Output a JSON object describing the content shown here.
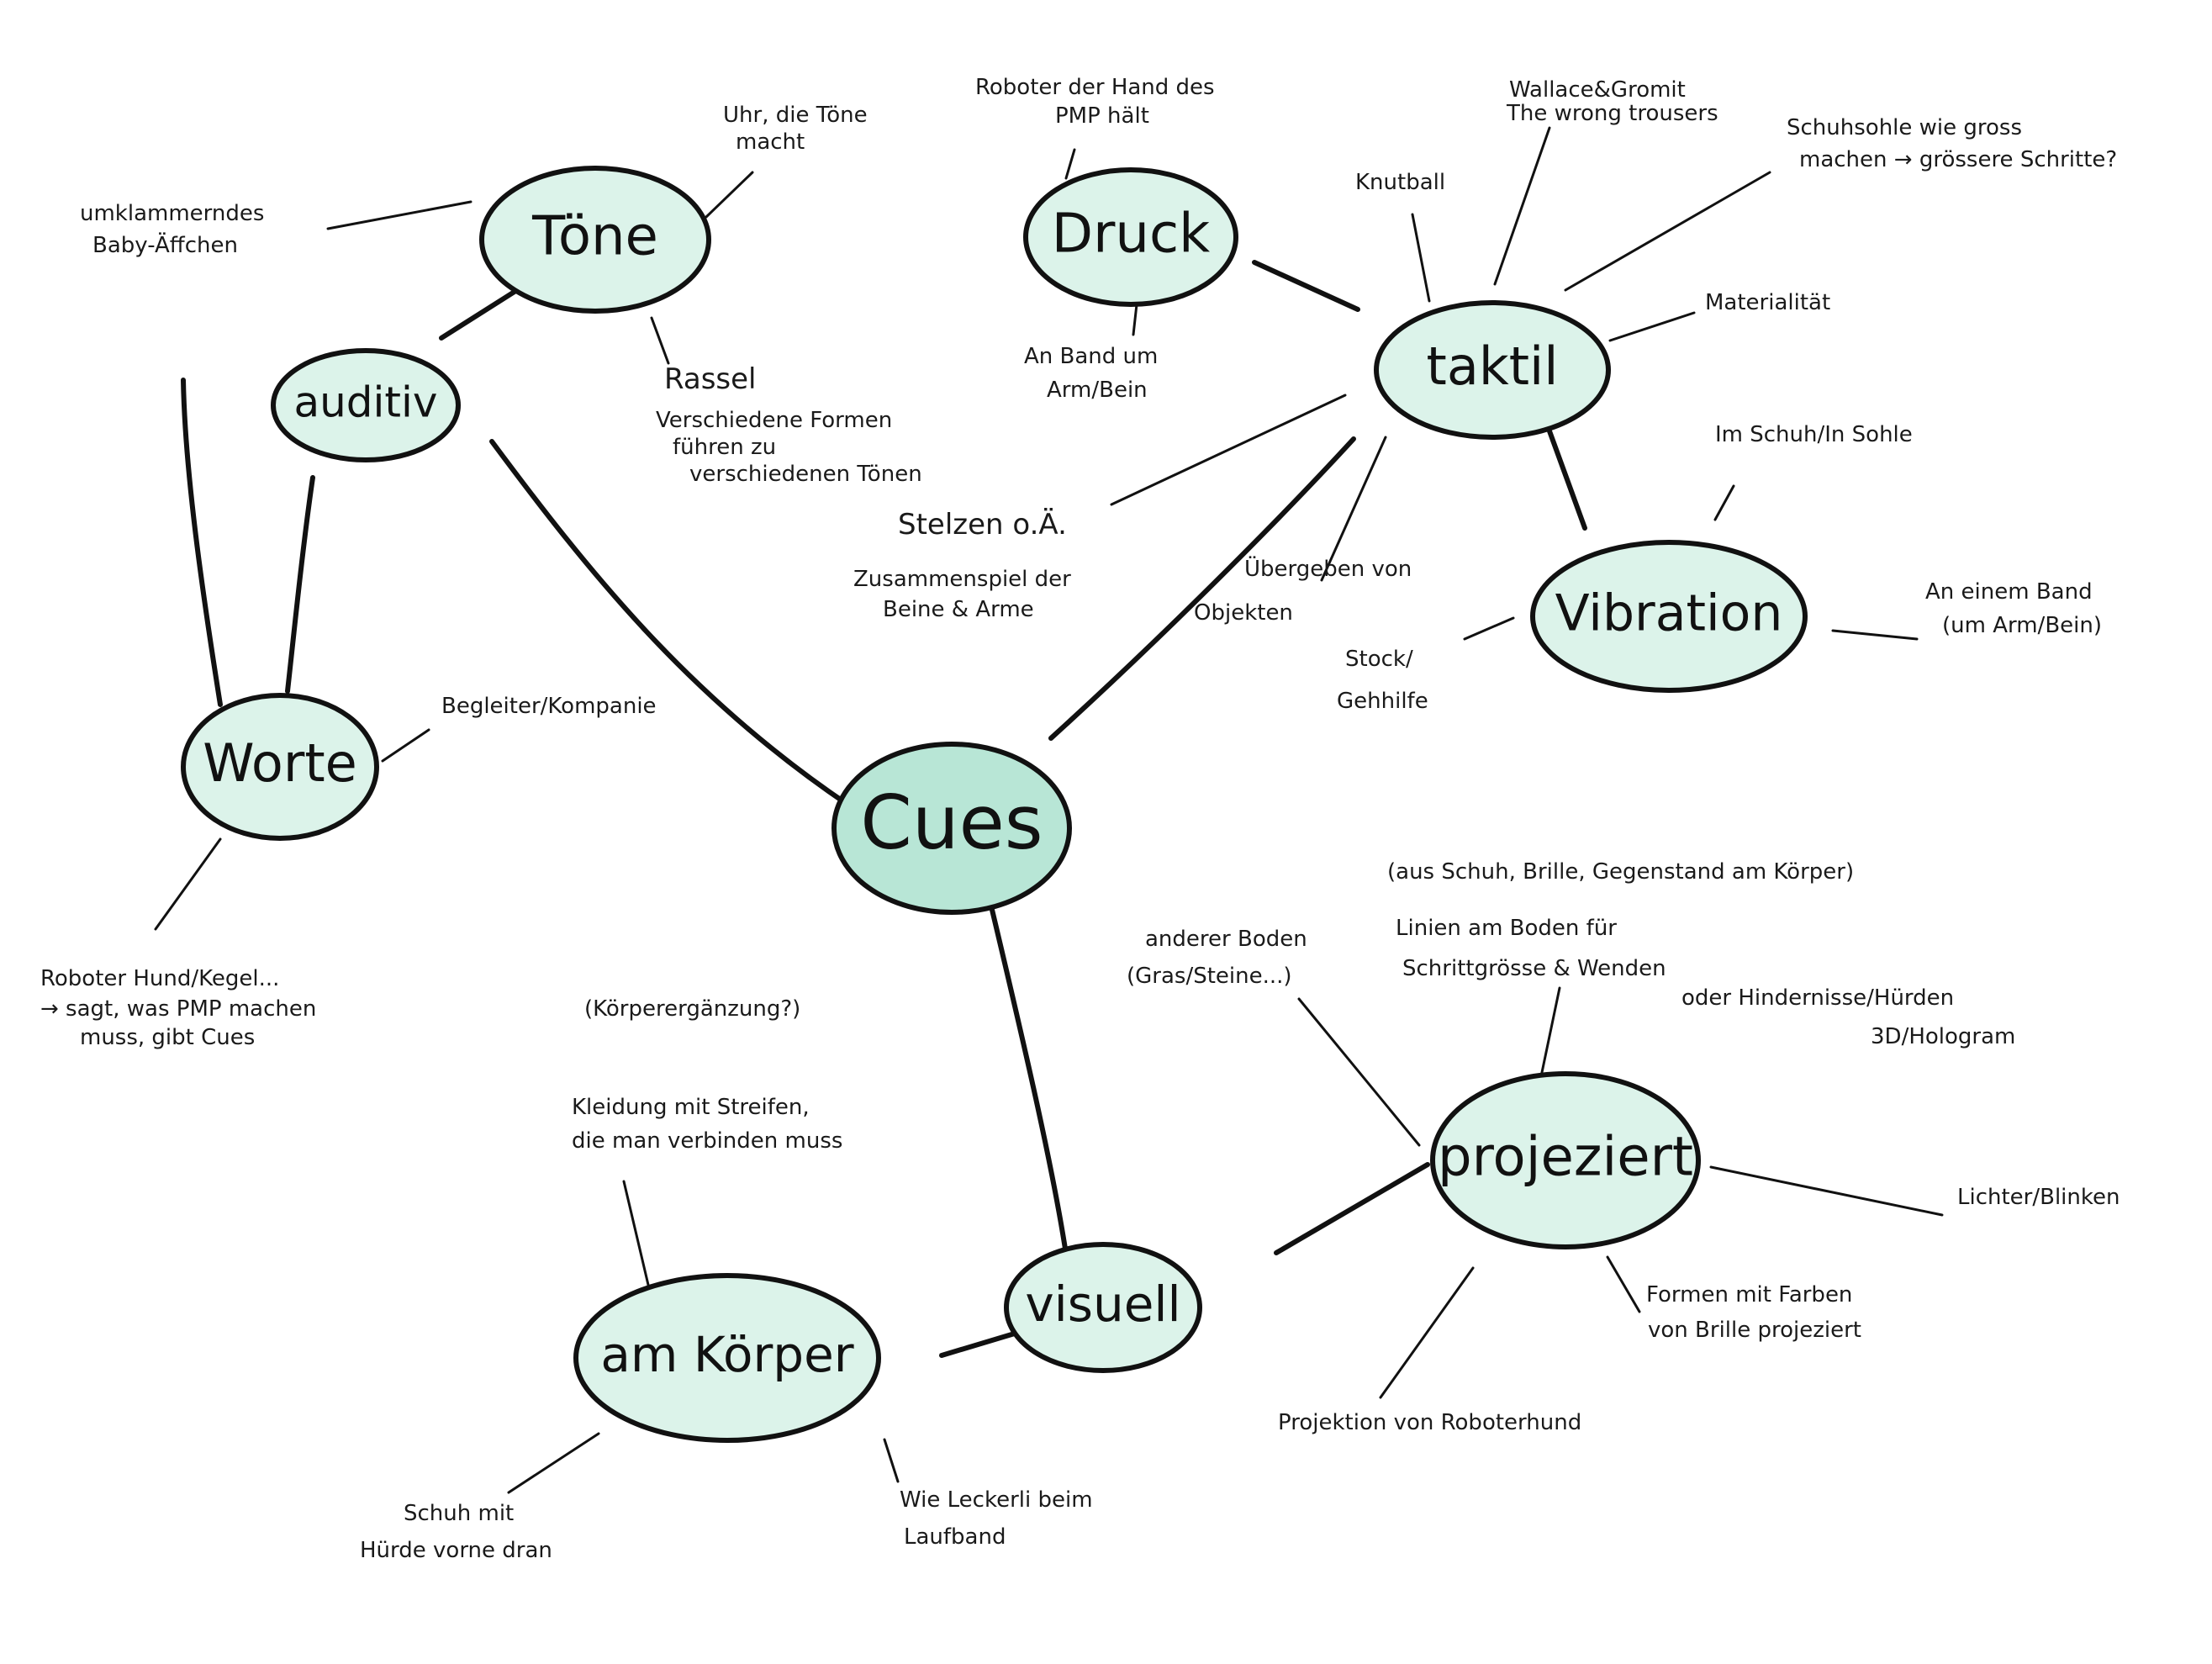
{
  "diagram": {
    "palette": {
      "node_fill": "#dcf3ea",
      "node_fill_strong": "#b8e6d6",
      "ink": "#111111"
    },
    "nodes": {
      "cues": "Cues",
      "auditiv": "auditiv",
      "toene": "Töne",
      "worte": "Worte",
      "taktil": "taktil",
      "druck": "Druck",
      "vibration": "Vibration",
      "visuell": "visuell",
      "projeziert": "projeziert",
      "am_koerper": "am Körper"
    },
    "notes": {
      "baby_affchen": [
        "umklammerndes",
        "Baby-Äffchen"
      ],
      "uhr": [
        "Uhr, die Töne",
        "macht"
      ],
      "rassel": [
        "Rassel",
        "Verschiedene Formen",
        "führen zu",
        "verschiedenen Tönen"
      ],
      "begleiter": "Begleiter/Kompanie",
      "roboter_hund_worte": [
        "Roboter Hund/Kegel...",
        "→ sagt, was PMP machen",
        "muss, gibt Cues"
      ],
      "roboter_hand": [
        "Roboter der Hand des",
        "PMP hält"
      ],
      "band_arm": [
        "An Band um",
        "Arm/Bein"
      ],
      "knutball": "Knutball",
      "trousers": [
        "Wallace&Gromit",
        "The wrong trousers"
      ],
      "schuhsohle": [
        "Schuhsohle wie gross",
        "machen → grössere Schritte?"
      ],
      "materialitaet": "Materialität",
      "stelzen": [
        "Stelzen o.Ä.",
        "Zusammenspiel der",
        "Beine & Arme"
      ],
      "uebergeben": [
        "Übergeben von",
        "Objekten"
      ],
      "im_schuh": "Im Schuh/In Sohle",
      "band_vibration": [
        "An einem Band",
        "(um Arm/Bein)"
      ],
      "stock": [
        "Stock/",
        "Gehhilfe"
      ],
      "aus_schuh": "(aus Schuh, Brille, Gegenstand am Körper)",
      "anderer_boden": [
        "anderer Boden",
        "(Gras/Steine...)"
      ],
      "linien": [
        "Linien am Boden für",
        "Schrittgrösse & Wenden"
      ],
      "hindernisse": [
        "oder   Hindernisse/Hürden",
        "3D/Hologram"
      ],
      "lichter": "Lichter/Blinken",
      "formen": [
        "Formen mit Farben",
        "von Brille projeziert"
      ],
      "projektion": "Projektion von Roboterhund",
      "koerperergaenzung": "(Körperergänzung?)",
      "kleidung": [
        "Kleidung mit Streifen,",
        "die man verbinden muss"
      ],
      "leckerli": [
        "Wie Leckerli beim",
        "Laufband"
      ],
      "schuh_huerde": [
        "Schuh mit",
        "Hürde vorne dran"
      ]
    }
  }
}
